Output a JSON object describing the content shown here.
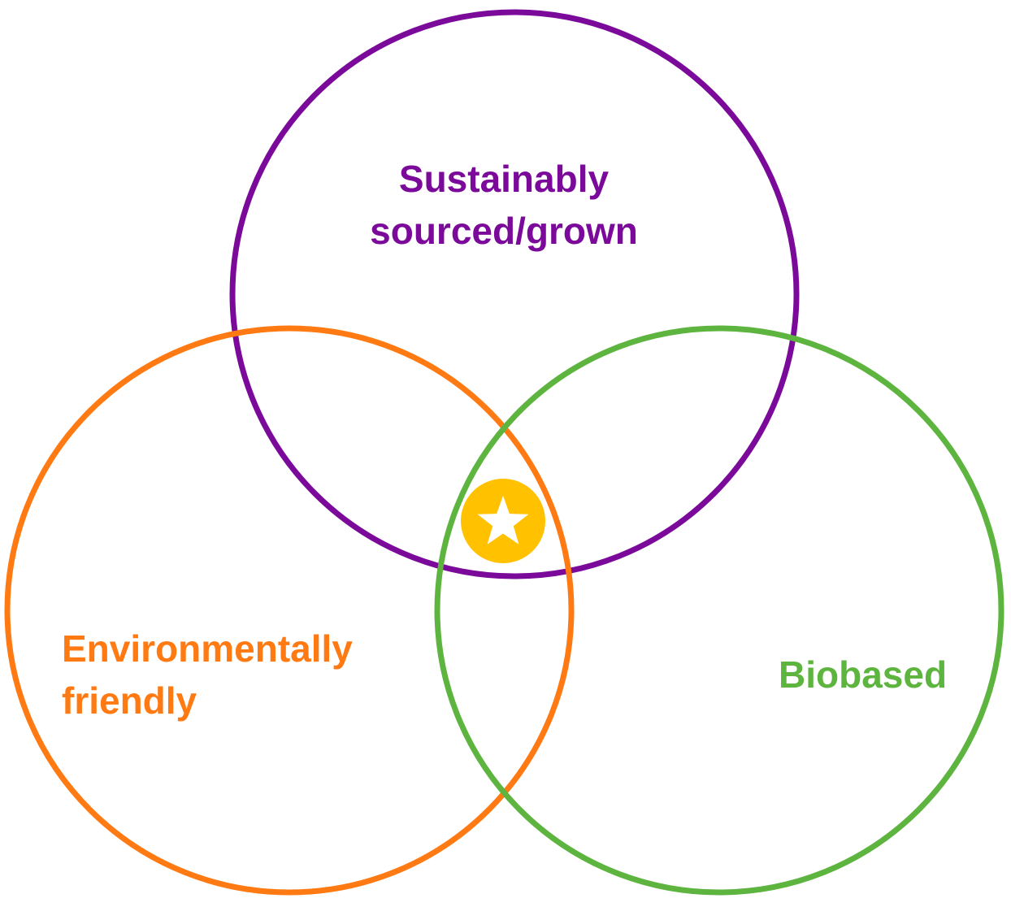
{
  "diagram": {
    "type": "venn",
    "sets": [
      {
        "id": "top",
        "label_lines": [
          "Sustainably",
          "sourced/grown"
        ],
        "color": "#7B0A9B"
      },
      {
        "id": "left",
        "label_lines": [
          "Environmentally",
          "friendly"
        ],
        "color": "#FF7A12"
      },
      {
        "id": "right",
        "label_lines": [
          "Biobased"
        ],
        "color": "#5DB43E"
      }
    ],
    "center_badge": {
      "icon": "star-icon",
      "fill_color": "#FFC100",
      "star_color": "#FFFFFF"
    }
  }
}
